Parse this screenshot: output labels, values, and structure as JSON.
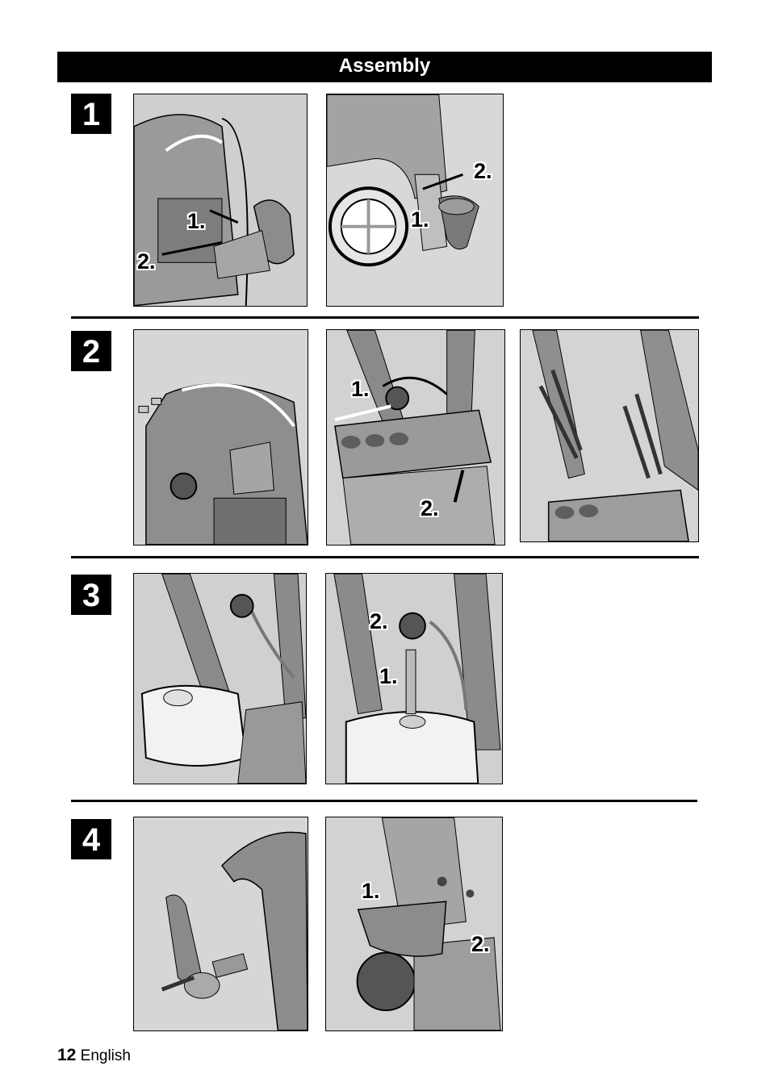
{
  "header": {
    "title": "Assembly"
  },
  "steps": [
    {
      "number": "1",
      "callouts": {
        "a1": "1.",
        "a2": "2.",
        "b1": "2.",
        "b2": "1."
      }
    },
    {
      "number": "2",
      "callouts": {
        "b1": "1.",
        "b2": "2."
      }
    },
    {
      "number": "3",
      "callouts": {
        "b1": "2.",
        "b2": "1."
      }
    },
    {
      "number": "4",
      "callouts": {
        "b1": "1.",
        "b2": "2."
      }
    }
  ],
  "footer": {
    "page_number": "12",
    "language": "English"
  },
  "colors": {
    "ink": "#000000",
    "paper": "#ffffff",
    "illustration_gray": "#dcdcdc"
  }
}
